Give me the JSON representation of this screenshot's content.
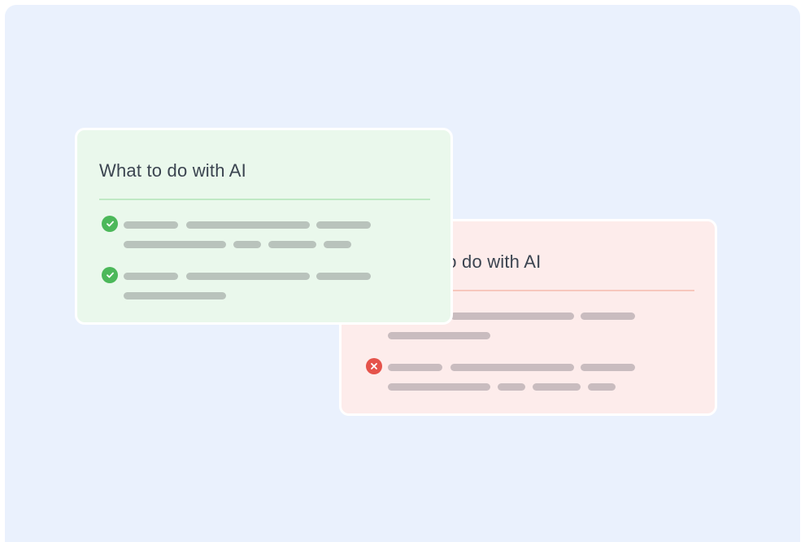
{
  "good_card": {
    "title": "What to do with AI",
    "icon": "check-circle-icon",
    "accent_color": "#4cb85a",
    "items": [
      {
        "status": "do"
      },
      {
        "status": "do"
      }
    ]
  },
  "bad_card": {
    "title": "What not to do with AI",
    "icon": "x-circle-icon",
    "accent_color": "#e5534b",
    "items": [
      {
        "status": "dont"
      },
      {
        "status": "dont"
      }
    ]
  },
  "colors": {
    "background": "#eaf1fd",
    "good_card_bg": "#eaf8ec",
    "bad_card_bg": "#fdeceb",
    "text_placeholder_good": "#b9c3bc",
    "text_placeholder_bad": "#c9bcbf"
  }
}
